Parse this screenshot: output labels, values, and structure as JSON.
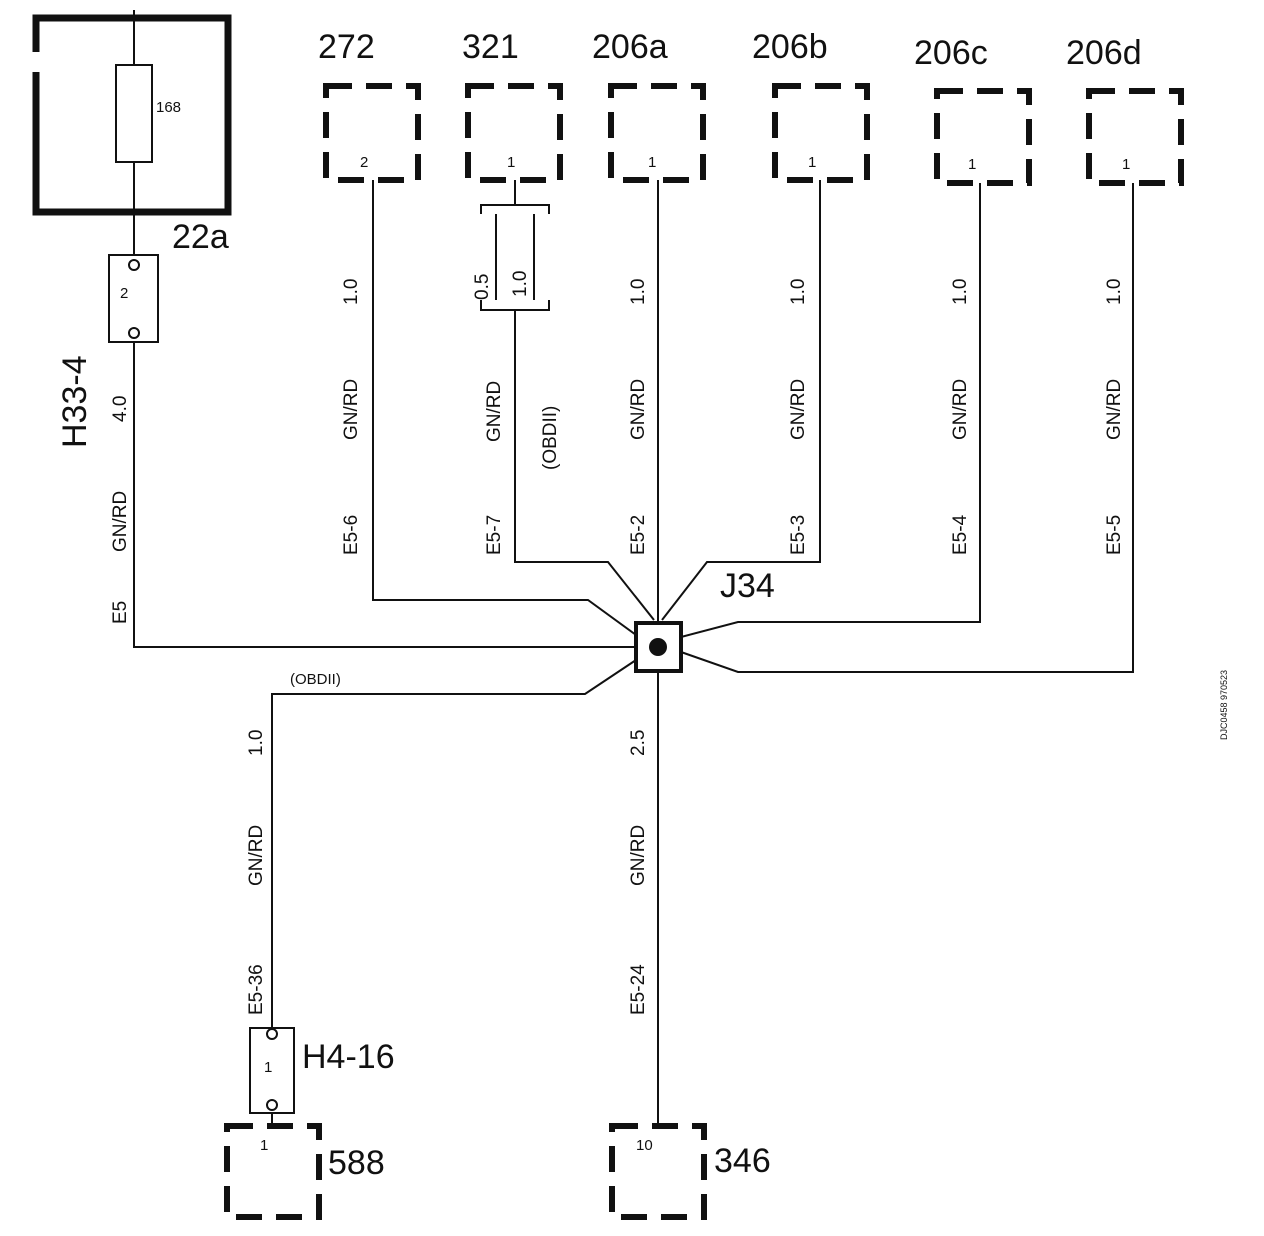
{
  "fuse_box": {
    "label": "22a",
    "fuse_value": "168"
  },
  "connector_h33": {
    "label": "H33-4",
    "pin": "2"
  },
  "connector_h4": {
    "label": "H4-16",
    "pin": "1"
  },
  "splice": {
    "label": "J34"
  },
  "components_top": [
    {
      "id": "272",
      "pin": "2"
    },
    {
      "id": "321",
      "pin": "1"
    },
    {
      "id": "206a",
      "pin": "1"
    },
    {
      "id": "206b",
      "pin": "1"
    },
    {
      "id": "206c",
      "pin": "1"
    },
    {
      "id": "206d",
      "pin": "1"
    }
  ],
  "components_bottom": [
    {
      "id": "588",
      "pin": "1"
    },
    {
      "id": "346",
      "pin": "10"
    }
  ],
  "wires": {
    "fuse_feed": {
      "size": "4.0",
      "color": "GN/RD",
      "circuit": "E5"
    },
    "w272": {
      "size": "1.0",
      "color": "GN/RD",
      "circuit": "E5-6"
    },
    "w321": {
      "size_a": "0.5",
      "size_b": "1.0",
      "color": "GN/RD",
      "note": "(OBDII)",
      "circuit": "E5-7"
    },
    "w206a": {
      "size": "1.0",
      "color": "GN/RD",
      "circuit": "E5-2"
    },
    "w206b": {
      "size": "1.0",
      "color": "GN/RD",
      "circuit": "E5-3"
    },
    "w206c": {
      "size": "1.0",
      "color": "GN/RD",
      "circuit": "E5-4"
    },
    "w206d": {
      "size": "1.0",
      "color": "GN/RD",
      "circuit": "E5-5"
    },
    "w588": {
      "size": "1.0",
      "color": "GN/RD",
      "circuit": "E5-36",
      "note": "(OBDII)"
    },
    "w346": {
      "size": "2.5",
      "color": "GN/RD",
      "circuit": "E5-24"
    }
  },
  "doc_id": "DJC0458 970523"
}
